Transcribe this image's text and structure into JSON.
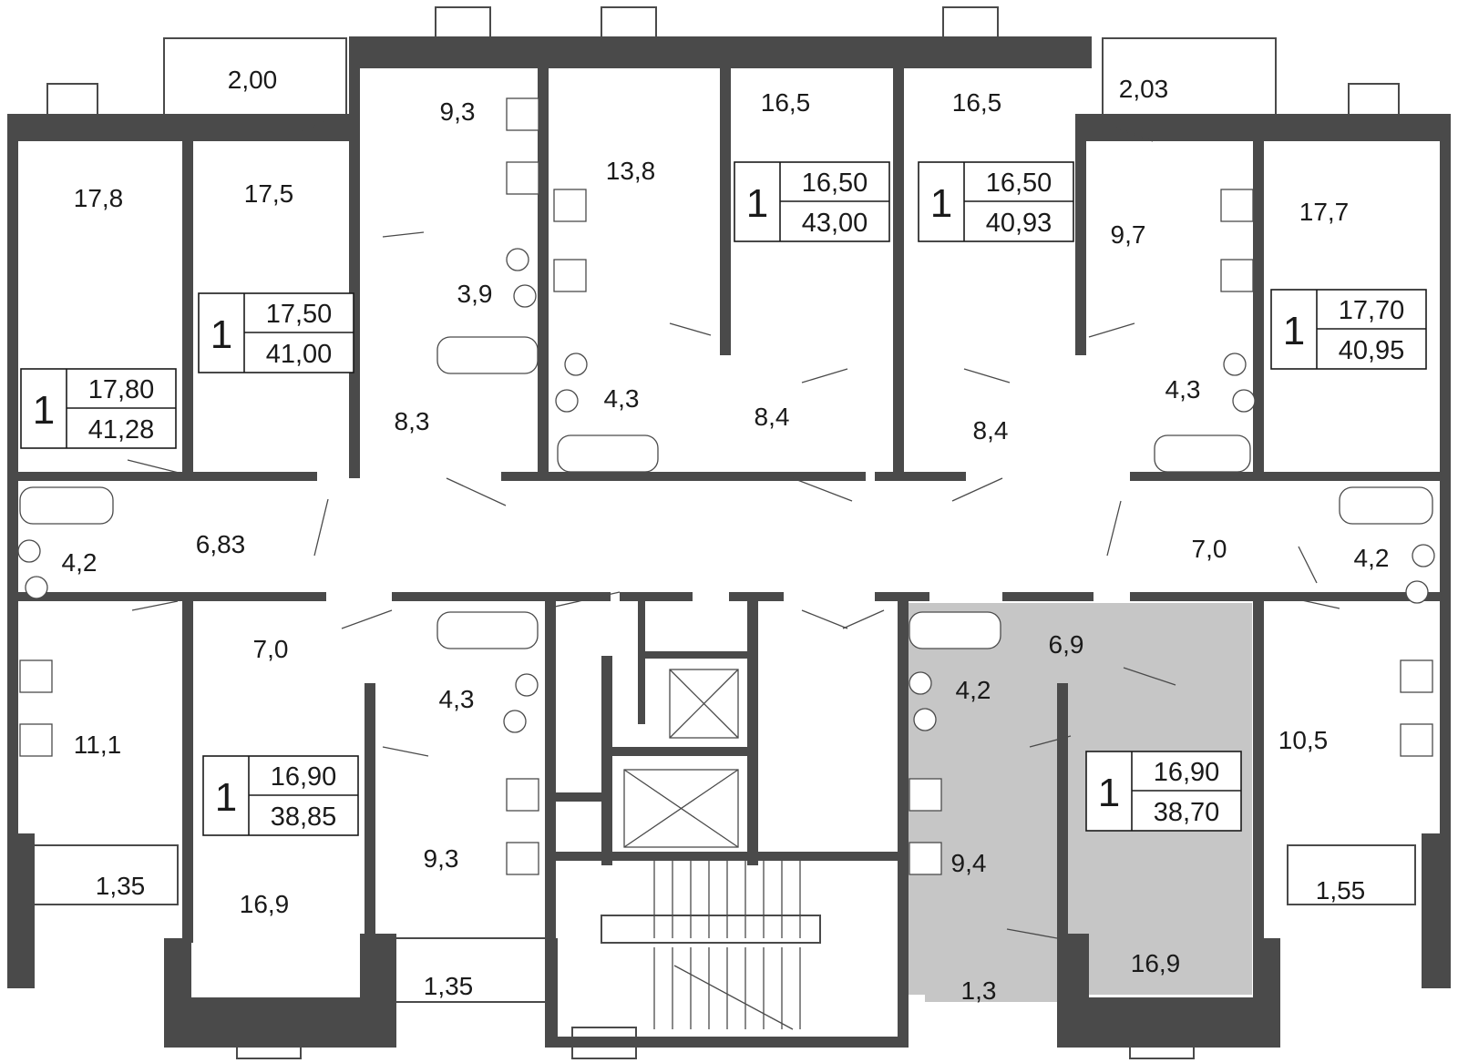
{
  "colors": {
    "wall": "#4a4a4a",
    "highlight": "#c6c6c6",
    "text": "#1a1a1a",
    "background": "#ffffff"
  },
  "room_areas": [
    "2,00",
    "9,3",
    "16,5",
    "16,5",
    "2,03",
    "17,8",
    "17,5",
    "13,8",
    "9,7",
    "17,7",
    "3,9",
    "8,3",
    "4,3",
    "8,4",
    "8,4",
    "4,3",
    "4,2",
    "6,83",
    "7,0",
    "4,2",
    "7,0",
    "4,3",
    "6,9",
    "4,2",
    "11,1",
    "10,5",
    "9,3",
    "9,4",
    "1,35",
    "16,9",
    "1,55",
    "1,35",
    "1,3",
    "16,9"
  ],
  "apartments": [
    {
      "rooms": "1",
      "living": "17,80",
      "total": "41,28"
    },
    {
      "rooms": "1",
      "living": "17,50",
      "total": "41,00"
    },
    {
      "rooms": "1",
      "living": "16,50",
      "total": "43,00"
    },
    {
      "rooms": "1",
      "living": "16,50",
      "total": "40,93"
    },
    {
      "rooms": "1",
      "living": "17,70",
      "total": "40,95"
    },
    {
      "rooms": "1",
      "living": "16,90",
      "total": "38,85"
    },
    {
      "rooms": "1",
      "living": "16,90",
      "total": "38,70"
    }
  ]
}
